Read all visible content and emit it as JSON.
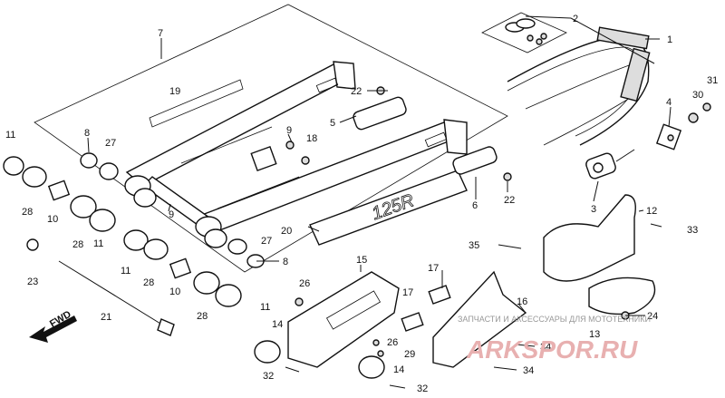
{
  "callouts": [
    {
      "id": "1",
      "text": "1"
    },
    {
      "id": "2",
      "text": "2"
    },
    {
      "id": "3",
      "text": "3"
    },
    {
      "id": "4",
      "text": "4"
    },
    {
      "id": "5",
      "text": "5"
    },
    {
      "id": "6",
      "text": "6"
    },
    {
      "id": "7",
      "text": "7"
    },
    {
      "id": "8a",
      "text": "8"
    },
    {
      "id": "8b",
      "text": "8"
    },
    {
      "id": "9a",
      "text": "9"
    },
    {
      "id": "9b",
      "text": "9"
    },
    {
      "id": "10a",
      "text": "10"
    },
    {
      "id": "10b",
      "text": "10"
    },
    {
      "id": "11a",
      "text": "11"
    },
    {
      "id": "11b",
      "text": "11"
    },
    {
      "id": "11c",
      "text": "11"
    },
    {
      "id": "11d",
      "text": "11"
    },
    {
      "id": "12",
      "text": "12"
    },
    {
      "id": "13",
      "text": "13"
    },
    {
      "id": "14a",
      "text": "14"
    },
    {
      "id": "14b",
      "text": "14"
    },
    {
      "id": "15",
      "text": "15"
    },
    {
      "id": "16",
      "text": "16"
    },
    {
      "id": "17a",
      "text": "17"
    },
    {
      "id": "17b",
      "text": "17"
    },
    {
      "id": "18",
      "text": "18"
    },
    {
      "id": "19",
      "text": "19"
    },
    {
      "id": "20",
      "text": "20"
    },
    {
      "id": "21",
      "text": "21"
    },
    {
      "id": "22a",
      "text": "22"
    },
    {
      "id": "22b",
      "text": "22"
    },
    {
      "id": "23",
      "text": "23"
    },
    {
      "id": "24",
      "text": "24"
    },
    {
      "id": "26a",
      "text": "26"
    },
    {
      "id": "26b",
      "text": "26"
    },
    {
      "id": "27a",
      "text": "27"
    },
    {
      "id": "27b",
      "text": "27"
    },
    {
      "id": "28a",
      "text": "28"
    },
    {
      "id": "28b",
      "text": "28"
    },
    {
      "id": "28c",
      "text": "28"
    },
    {
      "id": "28d",
      "text": "28"
    },
    {
      "id": "29",
      "text": "29"
    },
    {
      "id": "30",
      "text": "30"
    },
    {
      "id": "31",
      "text": "31"
    },
    {
      "id": "32a",
      "text": "32"
    },
    {
      "id": "32b",
      "text": "32"
    },
    {
      "id": "33",
      "text": "33"
    },
    {
      "id": "34a",
      "text": "34"
    },
    {
      "id": "34b",
      "text": "34"
    },
    {
      "id": "35",
      "text": "35"
    }
  ],
  "decal_text": "125R",
  "fwd_label": "FWD",
  "watermark": {
    "line": "ЗАПЧАСТИ И АКСЕССУАРЫ ДЛЯ МОТОТЕХНИКИ",
    "site": "ARKSPOR.RU"
  }
}
